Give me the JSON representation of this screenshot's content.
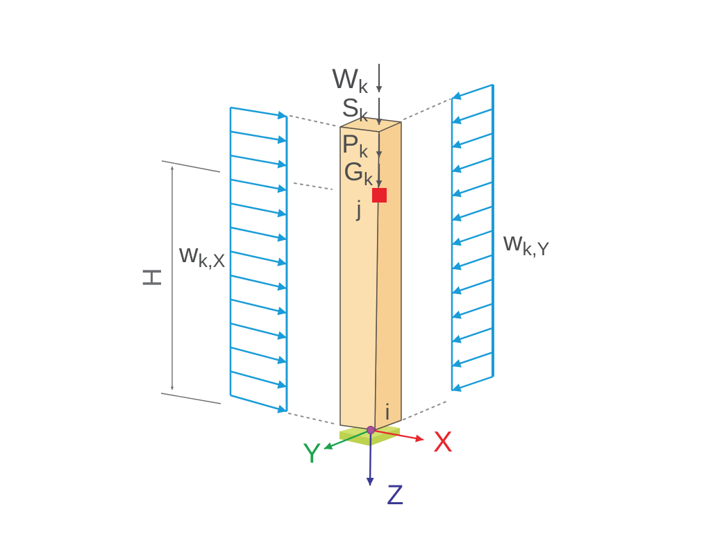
{
  "diagram": {
    "colors": {
      "background": "#ffffff",
      "wind_blue": "#1a9cd8",
      "column_front": "#fbdfae",
      "column_side": "#f8cf92",
      "column_top": "#f8d9a1",
      "column_outline": "#57514a",
      "node_marker_red": "#e8222a",
      "base_top": "#d2e06f",
      "base_side": "#bdd24f",
      "origin_dot": "#a8519f",
      "axis_x": "#e8262d",
      "axis_y": "#1ca24d",
      "axis_z": "#3b3994",
      "text_gray": "#4c4d4f",
      "load_arrow_gray": "#55565a",
      "dimension_gray": "#6d6e71",
      "dotted_gray": "#8a8c8e"
    },
    "point_loads": [
      {
        "symbol": "W",
        "subscript": "k"
      },
      {
        "symbol": "S",
        "subscript": "k"
      },
      {
        "symbol": "P",
        "subscript": "k"
      },
      {
        "symbol": "G",
        "subscript": "k"
      }
    ],
    "nodes": {
      "top": "j",
      "bottom": "i"
    },
    "wind_loads": {
      "left": {
        "symbol": "w",
        "subscript": "k,X",
        "arrow_count": 13
      },
      "right": {
        "symbol": "w",
        "subscript": "k,Y",
        "arrow_count": 13
      }
    },
    "dimension": {
      "label": "H"
    },
    "axes": [
      {
        "label": "X"
      },
      {
        "label": "Y"
      },
      {
        "label": "Z"
      }
    ]
  }
}
